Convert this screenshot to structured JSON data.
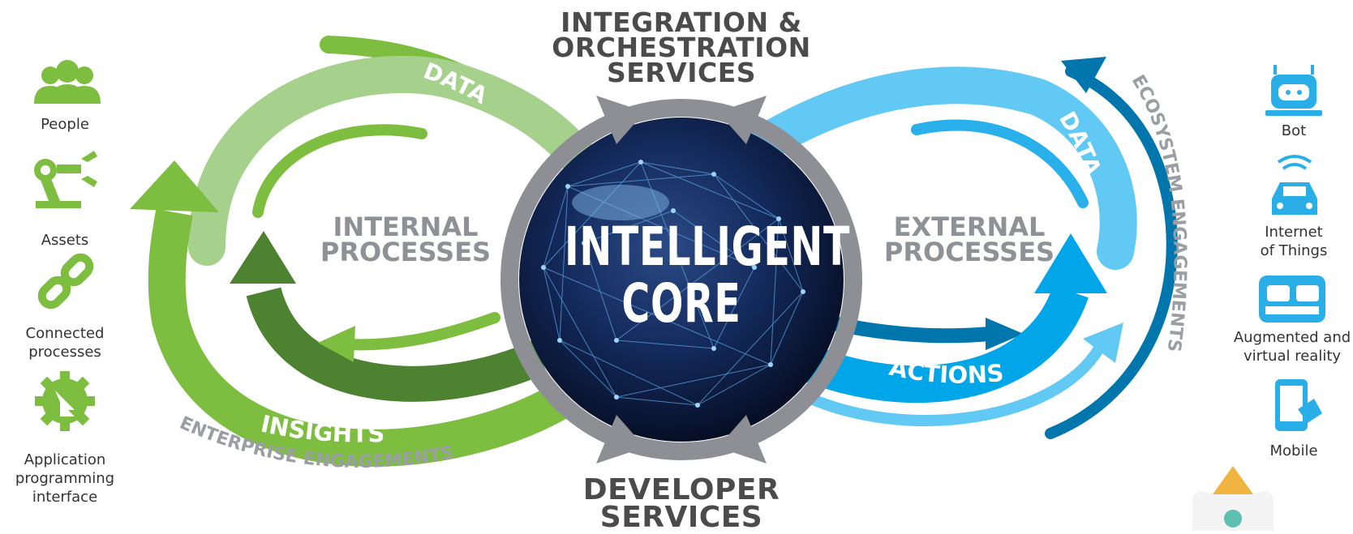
{
  "top_title": [
    "INTEGRATION &",
    "ORCHESTRATION",
    "SERVICES"
  ],
  "bottom_title": [
    "DEVELOPER",
    "SERVICES"
  ],
  "core": [
    "INTELLIGENT",
    "CORE"
  ],
  "internal_processes": [
    "INTERNAL",
    "PROCESSES"
  ],
  "external_processes": [
    "EXTERNAL",
    "PROCESSES"
  ],
  "flow_labels": {
    "left_data": "DATA",
    "right_data": "DATA",
    "insights": "INSIGHTS",
    "actions": "ACTIONS",
    "enterprise": "ENTERPRISE ENGAGEMENTS",
    "ecosystem": "ECOSYSTEM ENGAGEMENTS"
  },
  "left_items": [
    {
      "label": [
        "People"
      ],
      "icon": "people-icon"
    },
    {
      "label": [
        "Assets"
      ],
      "icon": "robot-arm-icon"
    },
    {
      "label": [
        "Connected",
        "processes"
      ],
      "icon": "chain-link-icon"
    },
    {
      "label": [
        "Application",
        "programming",
        "interface"
      ],
      "icon": "gear-icon"
    }
  ],
  "right_items": [
    {
      "label": [
        "Bot"
      ],
      "icon": "bot-icon"
    },
    {
      "label": [
        "Internet",
        "of Things"
      ],
      "icon": "connected-car-icon"
    },
    {
      "label": [
        "Augmented and",
        "virtual reality"
      ],
      "icon": "vr-headset-icon"
    },
    {
      "label": [
        "Mobile"
      ],
      "icon": "mobile-icon"
    }
  ],
  "colors": {
    "green_light": "#a5d18c",
    "green": "#7dbd3f",
    "green_dark": "#4d8231",
    "blue_light": "#62c9f4",
    "blue": "#00a6e8",
    "blue_dark": "#0076ad",
    "gray_ring": "#8d8f94",
    "core_bg": "#0d1e40"
  }
}
